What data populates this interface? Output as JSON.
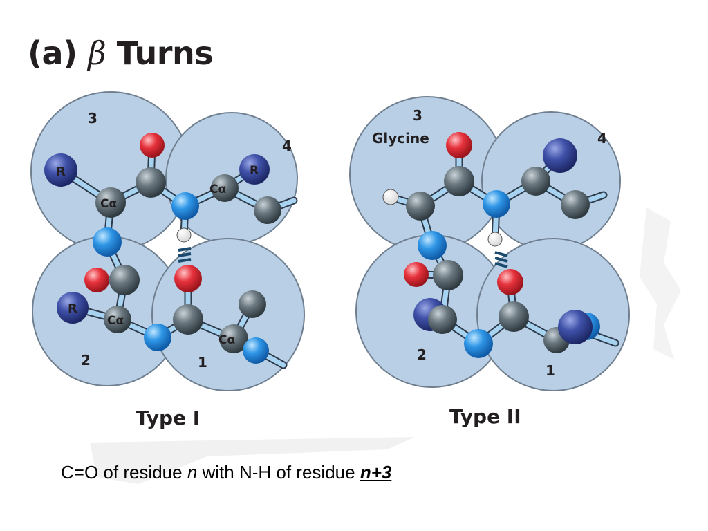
{
  "title": {
    "prefix": "(a)",
    "greek": "β",
    "text": "Turns"
  },
  "panels": [
    {
      "label": "Type I",
      "residue_numbers": [
        "3",
        "4",
        "2",
        "1"
      ],
      "atom_labels": {
        "r": "R",
        "calpha": "Cα"
      }
    },
    {
      "label": "Type II",
      "residue_numbers": [
        "3",
        "4",
        "2",
        "1"
      ],
      "residue_note": "Glycine"
    }
  ],
  "caption": {
    "part1": "C=O of residue ",
    "n": "n",
    "part2": " with N-H of residue ",
    "n3": "n+3"
  },
  "colors": {
    "sphere": "#b8cfe6",
    "sphere_stroke": "#6f7f8f",
    "carbon": "#5d6a72",
    "nitrogen": "#2f8fde",
    "oxygen": "#e2313b",
    "r_group": "#3a4aa0",
    "hydrogen": "#ffffff",
    "bond": "#a7d3f0"
  }
}
